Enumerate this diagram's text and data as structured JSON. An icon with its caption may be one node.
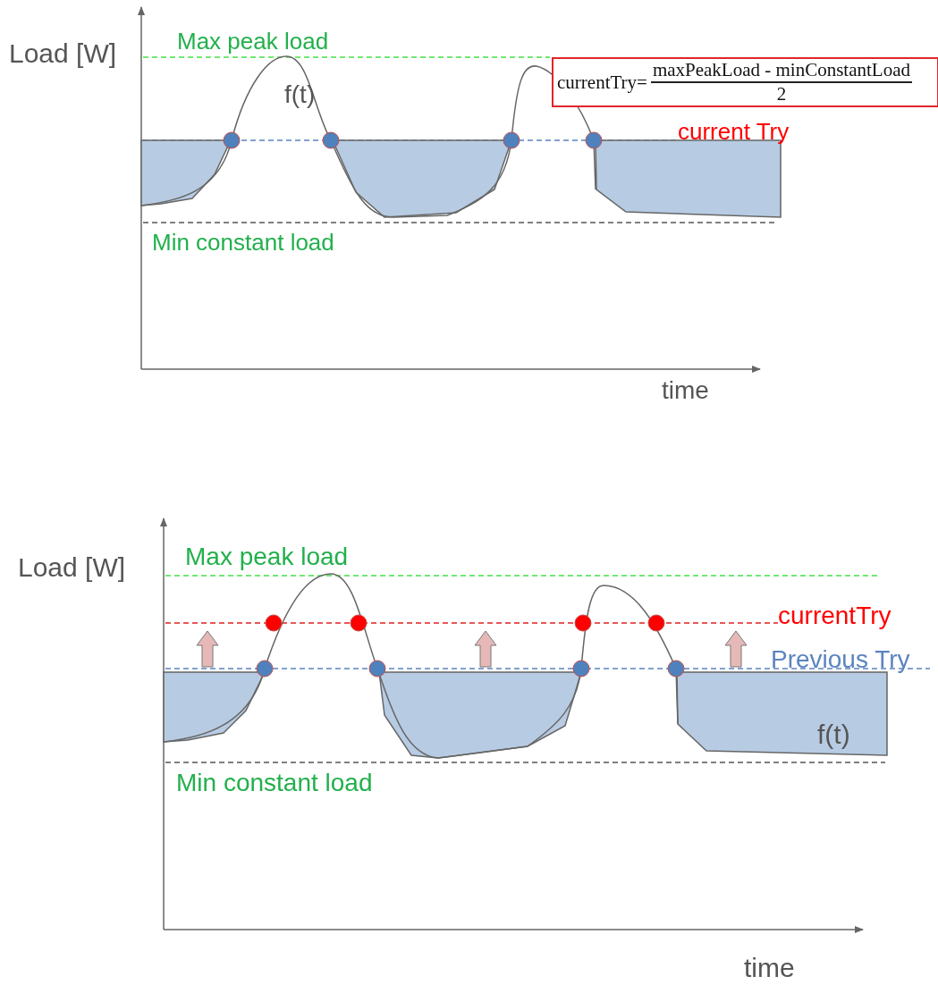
{
  "diagram": {
    "nodes": [
      {
        "text": [
          "currentTry=",
          "maxPeakLoad - minConstantLoad",
          "2"
        ]
      }
    ],
    "labels": [
      "Load [W]",
      "Max peak load",
      "f(t)",
      "current Try",
      "Min constant load",
      "time",
      "Load [W]",
      "Max peak load",
      "currentTry",
      "Previous Try",
      "f(t)",
      "Min constant load",
      "time"
    ]
  }
}
